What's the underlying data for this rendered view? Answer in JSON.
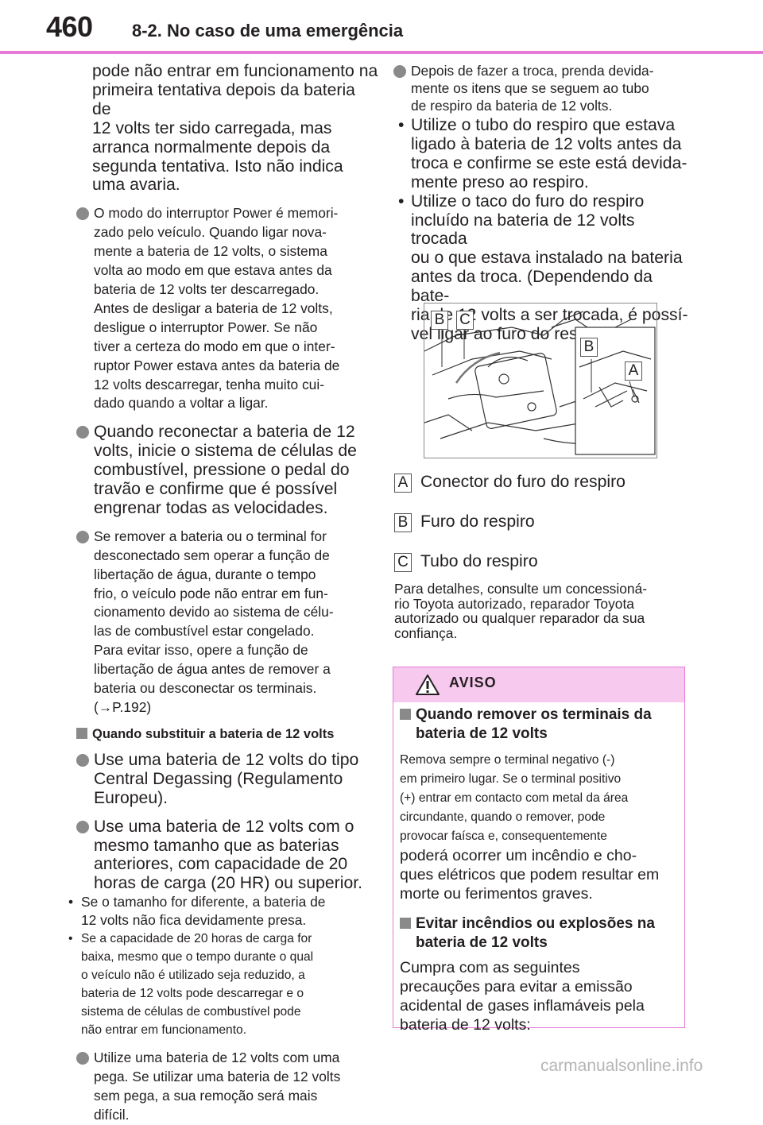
{
  "header": {
    "page_number": "460",
    "section_title": "8-2. No caso de uma emergência"
  },
  "left_column": {
    "intro_lines": [
      "pode não entrar em funcionamento na",
      "primeira tentativa depois da bateria de",
      "12 volts ter sido carregada, mas",
      "arranca normalmente depois da",
      "segunda tentativa. Isto não indica",
      "uma avaria."
    ],
    "bullet_power_mode_lines": [
      "O modo do interruptor Power é memori-",
      "zado pelo veículo. Quando ligar nova-",
      "mente a bateria de 12 volts, o sistema",
      "volta ao modo em que estava antes da",
      "bateria de 12 volts ter descarregado.",
      "Antes de desligar a bateria de 12 volts,",
      "desligue o interruptor Power. Se não",
      "tiver a certeza do modo em que o inter-",
      "ruptor Power estava antes da bateria de",
      "12 volts descarregar, tenha muito cui-",
      "dado quando a voltar a ligar."
    ],
    "bullet_reconnect_lines": [
      "Quando reconectar a bateria de 12",
      "volts, inicie o sistema de células de",
      "combustível, pressione o pedal do",
      "travão e confirme que é possível",
      "engrenar todas as velocidades."
    ],
    "bullet_water_lines": [
      "Se remover a bateria ou o terminal for",
      "desconectado sem operar a função de",
      "libertação de água, durante o tempo",
      "frio, o veículo pode não entrar em fun-",
      "cionamento devido ao sistema de célu-",
      "las de combustível estar congelado.",
      "Para evitar isso, opere a função de",
      "libertação de água antes de remover a",
      "bateria ou desconectar os terminais.",
      "(→P.192)"
    ],
    "subheading_replace": "Quando substituir a bateria de 12 volts",
    "bullet_central_lines": [
      "Use uma bateria de 12 volts do tipo",
      "Central Degassing (Regulamento",
      "Europeu)."
    ],
    "bullet_size_lines": [
      "Use uma bateria de 12 volts com o",
      "mesmo tamanho que as baterias",
      "anteriores, com capacidade de 20",
      "horas de carga (20 HR) ou superior."
    ],
    "sub_bullet_size_lines": [
      "Se o tamanho for diferente, a bateria de",
      "12 volts não fica devidamente presa."
    ],
    "sub_bullet_capacity_lines": [
      "Se a capacidade de 20 horas de carga for",
      "baixa, mesmo que o tempo durante o qual",
      "o veículo não é utilizado seja reduzido, a",
      "bateria de 12 volts pode descarregar e o",
      "sistema de células de combustível pode",
      "não entrar em funcionamento."
    ],
    "bullet_handle_lines": [
      "Utilize uma bateria de 12 volts com uma",
      "pega. Se utilizar uma bateria de 12 volts",
      "sem pega, a sua remoção será mais",
      "difícil."
    ]
  },
  "right_column": {
    "bullet_after_lines": [
      "Depois de fazer a troca, prenda devida-",
      "mente os itens que se seguem ao tubo",
      "de respiro da bateria de 12 volts."
    ],
    "sub_bullet_tube_lines": [
      "Utilize o tubo do respiro que estava",
      "ligado à bateria de 12 volts antes da",
      "troca e confirme se este está devida-",
      "mente preso ao respiro."
    ],
    "sub_bullet_plug_lines": [
      "Utilize o taco do furo do respiro",
      "incluído na bateria de 12 volts trocada",
      "ou o que estava instalado na bateria",
      "antes da troca. (Dependendo da bate-",
      "ria de 12 volts a ser trocada, é possí-",
      "vel ligar ao furo do respiro.)"
    ],
    "figure_labels": [
      "B",
      "C",
      "B",
      "A"
    ],
    "legend": [
      {
        "key": "A",
        "text": "Conector do furo do respiro"
      },
      {
        "key": "B",
        "text": "Furo do respiro"
      },
      {
        "key": "C",
        "text": "Tubo do respiro"
      }
    ],
    "details_lines": [
      "Para detalhes, consulte um concessioná-",
      "rio Toyota autorizado, reparador Toyota",
      "autorizado ou qualquer reparador da sua",
      "confiança."
    ],
    "warning": {
      "title": "AVISO",
      "heading1_lines": [
        "Quando remover os terminais da",
        "bateria de 12 volts"
      ],
      "body1_lines": [
        "Remova sempre o terminal negativo (-)",
        "em primeiro lugar. Se o terminal positivo",
        "(+) entrar em contacto com metal da área",
        "circundante, quando o remover, pode",
        "provocar faísca e, consequentemente",
        "poderá ocorrer um incêndio e cho-",
        "ques elétricos que podem resultar em",
        "morte ou ferimentos graves."
      ],
      "heading2_lines": [
        "Evitar incêndios ou explosões na",
        "bateria de 12 volts"
      ],
      "body2_lines": [
        "Cumpra com as seguintes",
        "precauções para evitar a emissão",
        "acidental de gases inflamáveis pela",
        "bateria de 12 volts:"
      ]
    }
  },
  "footer": {
    "watermark": "carmanualsonline.info"
  }
}
